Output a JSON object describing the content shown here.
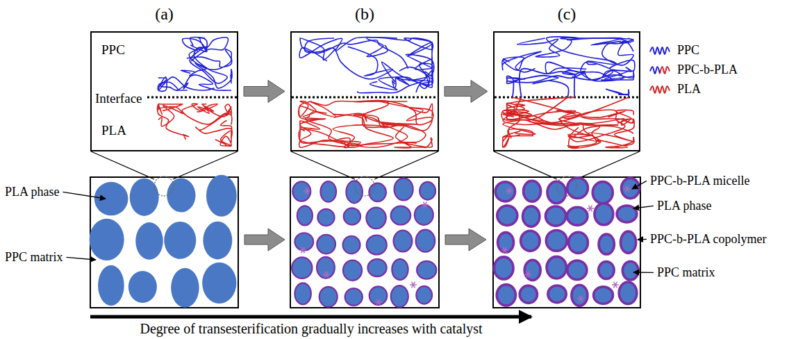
{
  "diagram": {
    "caption": "Degree of transesterification gradually increases with catalyst",
    "nodes": [
      {
        "text": [
          "(a)",
          "PPC",
          "Interface",
          "PLA"
        ]
      },
      {
        "text": [
          "(b)"
        ]
      },
      {
        "text": [
          "(c)"
        ]
      }
    ],
    "edges": [
      {
        "from": 0,
        "to": 1,
        "arrow": "to"
      },
      {
        "from": 1,
        "to": 2,
        "arrow": "to"
      }
    ],
    "labels": [
      "PLA phase",
      "PPC matrix",
      "PPC-b-PLA micelle",
      "PLA phase",
      "PPC-b-PLA copolymer",
      "PPC matrix"
    ],
    "legend": [
      {
        "text": "PPC",
        "color": "#1f1fd6"
      },
      {
        "text": "PPC-b-PLA"
      },
      {
        "text": "PLA",
        "color": "#d62020"
      }
    ]
  }
}
